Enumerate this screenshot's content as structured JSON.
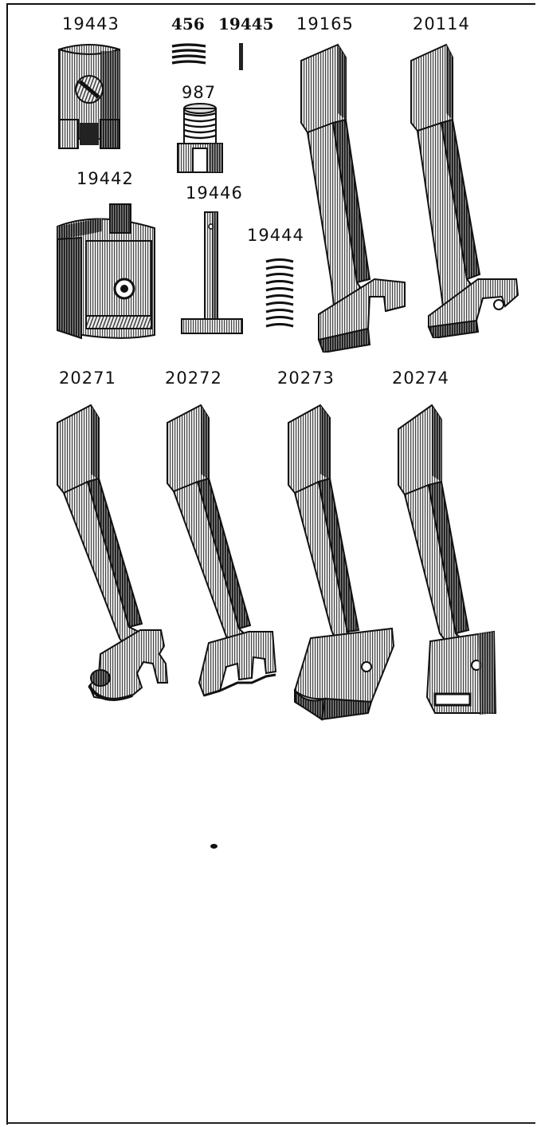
{
  "parts": {
    "p19443": "19443",
    "p456": "456",
    "p19445": "19445",
    "p19165": "19165",
    "p20114": "20114",
    "p987": "987",
    "p19442": "19442",
    "p19446": "19446",
    "p19444": "19444",
    "p20271": "20271",
    "p20272": "20272",
    "p20273": "20273",
    "p20274": "20274"
  }
}
